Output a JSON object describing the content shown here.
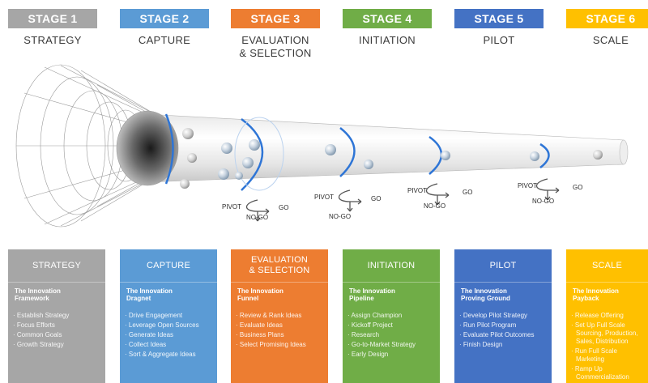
{
  "stages": [
    {
      "header": "STAGE 1",
      "name": "STRATEGY",
      "color": "#a6a6a6",
      "text_color": "#3a3a3a"
    },
    {
      "header": "STAGE 2",
      "name": "CAPTURE",
      "color": "#5b9bd5",
      "text_color": "#3a3a3a"
    },
    {
      "header": "STAGE 3",
      "name": "EVALUATION\n& SELECTION",
      "color": "#ed7d31",
      "text_color": "#3a3a3a"
    },
    {
      "header": "STAGE 4",
      "name": "INITIATION",
      "color": "#70ad47",
      "text_color": "#3a3a3a"
    },
    {
      "header": "STAGE 5",
      "name": "PILOT",
      "color": "#4472c4",
      "text_color": "#3a3a3a"
    },
    {
      "header": "STAGE 6",
      "name": "SCALE",
      "color": "#ffc000",
      "text_color": "#3a3a3a"
    }
  ],
  "pivots": [
    {
      "pivot": "PIVOT",
      "go": "GO",
      "nogo": "NO-GO"
    },
    {
      "pivot": "PIVOT",
      "go": "GO",
      "nogo": "NO-GO"
    },
    {
      "pivot": "PIVOT",
      "go": "GO",
      "nogo": "NO-GO"
    },
    {
      "pivot": "PIVOT",
      "go": "GO",
      "nogo": "NO-GO"
    }
  ],
  "panels": [
    {
      "title": "STRATEGY",
      "subtitle": "The Innovation\nFramework",
      "color": "#a6a6a6",
      "items": [
        "Establish Strategy",
        "Focus Efforts",
        "Common Goals",
        "Growth Strategy"
      ]
    },
    {
      "title": "CAPTURE",
      "subtitle": "The Innovation\nDragnet",
      "color": "#5b9bd5",
      "items": [
        "Drive Engagement",
        "Leverage Open Sources",
        "Generate Ideas",
        "Collect Ideas",
        "Sort & Aggregate Ideas"
      ]
    },
    {
      "title": "EVALUATION\n& SELECTION",
      "subtitle": "The Innovation\nFunnel",
      "color": "#ed7d31",
      "items": [
        "Review & Rank Ideas",
        "Evaluate Ideas",
        "Business Plans",
        "Select Promising Ideas"
      ]
    },
    {
      "title": "INITIATION",
      "subtitle": "The Innovation\nPipeline",
      "color": "#70ad47",
      "items": [
        "Assign Champion",
        "Kickoff Project",
        "Research",
        "Go-to-Market Strategy",
        "Early Design"
      ]
    },
    {
      "title": "PILOT",
      "subtitle": "The Innovation\nProving Ground",
      "color": "#4472c4",
      "items": [
        "Develop Pilot Strategy",
        "Run Pilot Program",
        "Evaluate Pilot Outcomes",
        "Finish Design"
      ]
    },
    {
      "title": "SCALE",
      "subtitle": "The Innovation\nPayback",
      "color": "#ffc000",
      "items": [
        "Release Offering",
        "Set Up Full Scale Sourcing, Production, Sales, Distribution",
        "Run Full Scale Marketing",
        "Ramp Up Commercialization"
      ]
    }
  ]
}
